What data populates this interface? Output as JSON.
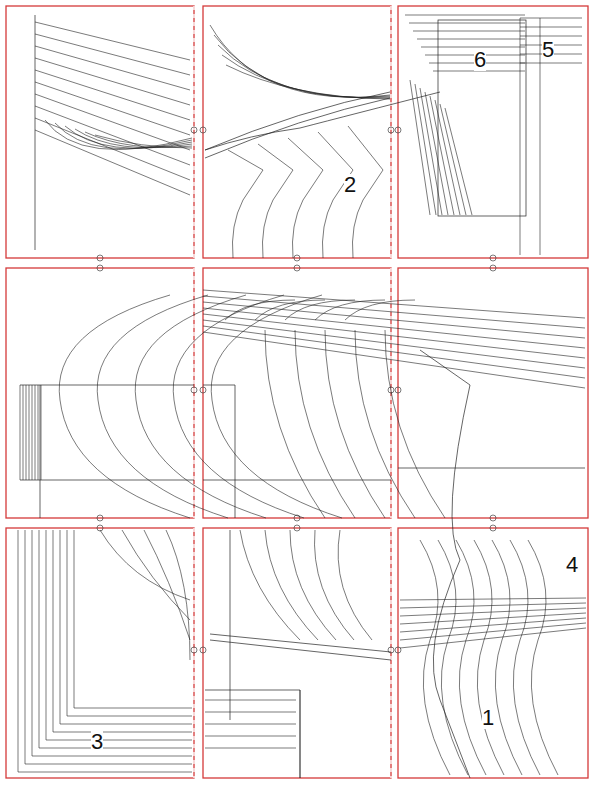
{
  "diagram": {
    "labels": [
      "2",
      "6",
      "5",
      "4",
      "1",
      "3"
    ]
  }
}
